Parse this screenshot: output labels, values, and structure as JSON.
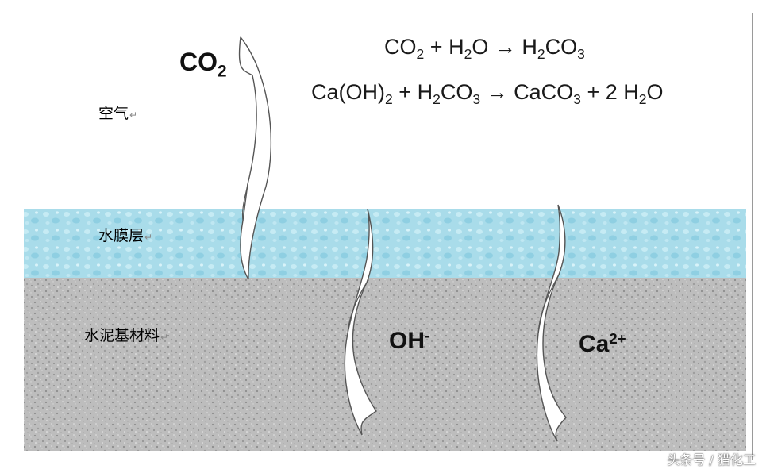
{
  "layers": {
    "air": "空气",
    "water_film": "水膜层",
    "cement": "水泥基材料",
    "return_mark": "↵"
  },
  "equations": {
    "eq1": {
      "r1_base": "CO",
      "r1_sub": "2",
      "plus": "+",
      "r2_base": "H",
      "r2_sub": "2",
      "r2_tail": "O",
      "arrow": "→",
      "p1_a": "H",
      "p1_sub1": "2",
      "p1_b": "CO",
      "p1_sub2": "3"
    },
    "eq2": {
      "r1_base": "Ca(OH)",
      "r1_sub": "2",
      "plus": "+",
      "r2_a": "H",
      "r2_sub1": "2",
      "r2_b": "CO",
      "r2_sub2": "3",
      "arrow": "→",
      "p1_base": "CaCO",
      "p1_sub": "3",
      "plus2": "+",
      "p2_coef": "2",
      "p2_a": "H",
      "p2_sub": "2",
      "p2_b": "O"
    }
  },
  "ions": {
    "co2_base": "CO",
    "co2_sub": "2",
    "oh_base": "OH",
    "oh_sup": "-",
    "ca_base": "Ca",
    "ca_sup": "2+"
  },
  "watermark": "头条号 / 猫化工",
  "colors": {
    "water": "#a9dcea",
    "cement": "#b9b9b9",
    "arrow_stroke": "#555555"
  }
}
